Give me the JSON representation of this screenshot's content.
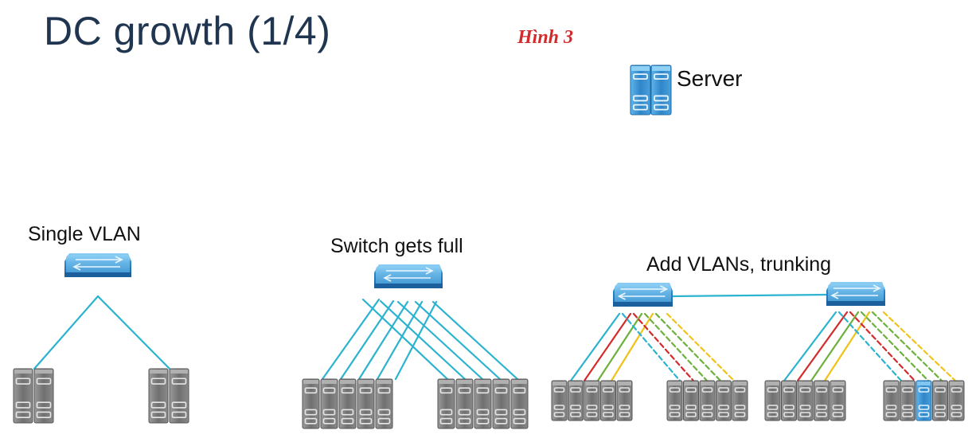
{
  "title": "DC growth (1/4)",
  "figure_label": "Hình 3",
  "legend": {
    "server_label": "Server",
    "icon": "server-icon"
  },
  "panels": [
    {
      "label": "Single VLAN"
    },
    {
      "label": "Switch gets full"
    },
    {
      "label": "Add VLANs, trunking"
    }
  ],
  "colors": {
    "title": "#1f3550",
    "figure_label": "#d22b2b",
    "link": "#2bb3d0",
    "vlan_red": "#d42a2a",
    "vlan_green": "#6bb13b",
    "vlan_yellow": "#f0c21a",
    "switch": "#2f8fd3",
    "server_gray": "#7a7a7a",
    "server_highlight": "#2f8fd3"
  }
}
